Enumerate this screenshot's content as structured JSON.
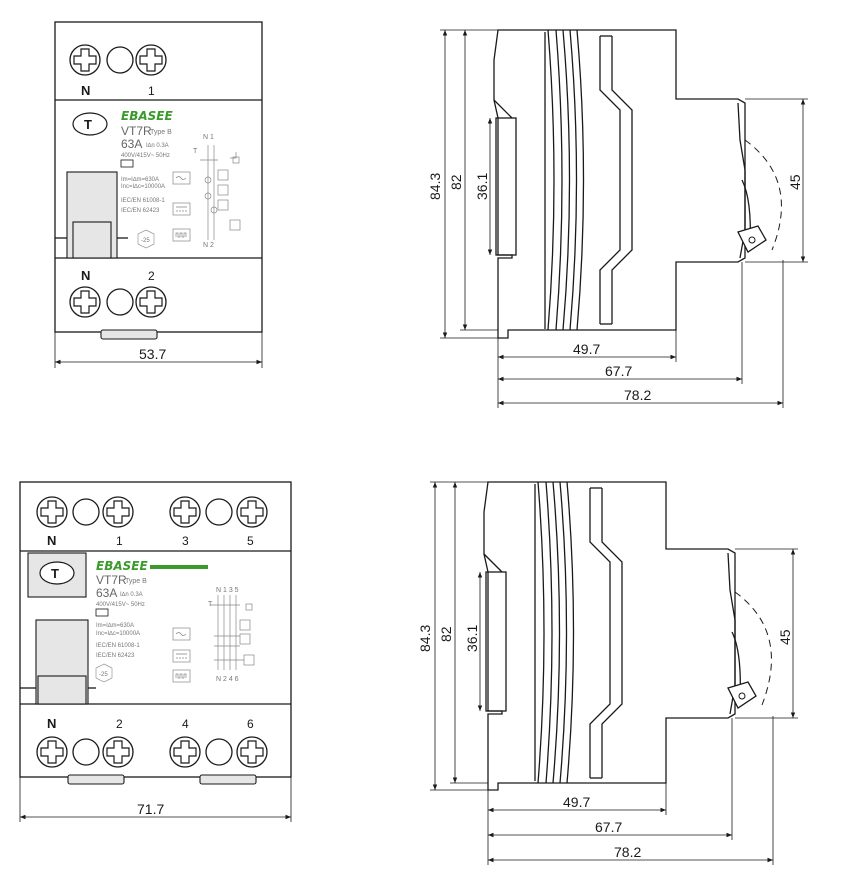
{
  "colors": {
    "brand": "#3a9a2a",
    "line": "#1a1a1a",
    "grey_panel": "#e6e6e6"
  },
  "breaker_2p": {
    "front": {
      "top_terminals": [
        "N",
        "1"
      ],
      "bottom_terminals": [
        "N",
        "2"
      ],
      "width_dim": "53.7",
      "label": {
        "brand": "EBASEE",
        "model": "VT7R",
        "type": "Type B",
        "rating": "63A",
        "sensitivity": "I∆n 0.3A",
        "voltage": "400V/415V~ 50Hz",
        "im": "Im=I∆m=630A",
        "inc": "Inc=I∆c=10000A",
        "std1": "IEC/EN 61008-1",
        "std2": "IEC/EN 62423",
        "temp": "-25",
        "diagram_top": "N 1",
        "diagram_bottom": "N 2",
        "diagram_t": "T"
      },
      "test_button": "T"
    },
    "side": {
      "height_outer": "84.3",
      "height_inner": "82",
      "rail_height": "36.1",
      "toggle_height": "45",
      "depth_1": "49.7",
      "depth_2": "67.7",
      "depth_3": "78.2"
    }
  },
  "breaker_4p": {
    "front": {
      "top_terminals": [
        "N",
        "1",
        "3",
        "5"
      ],
      "bottom_terminals": [
        "N",
        "2",
        "4",
        "6"
      ],
      "width_dim": "71.7",
      "label": {
        "brand": "EBASEE",
        "model": "VT7R",
        "type": "Type B",
        "rating": "63A",
        "sensitivity": "I∆n 0.3A",
        "voltage": "400V/415V~ 50Hz",
        "im": "Im=I∆m=630A",
        "inc": "Inc=I∆c=10000A",
        "std1": "IEC/EN 61008-1",
        "std2": "IEC/EN 62423",
        "temp": "-25",
        "diagram_top": "N 1 3 5",
        "diagram_bottom": "N 2 4 6",
        "diagram_t": "T"
      },
      "test_button": "T"
    },
    "side": {
      "height_outer": "84.3",
      "height_inner": "82",
      "rail_height": "36.1",
      "toggle_height": "45",
      "depth_1": "49.7",
      "depth_2": "67.7",
      "depth_3": "78.2"
    }
  }
}
